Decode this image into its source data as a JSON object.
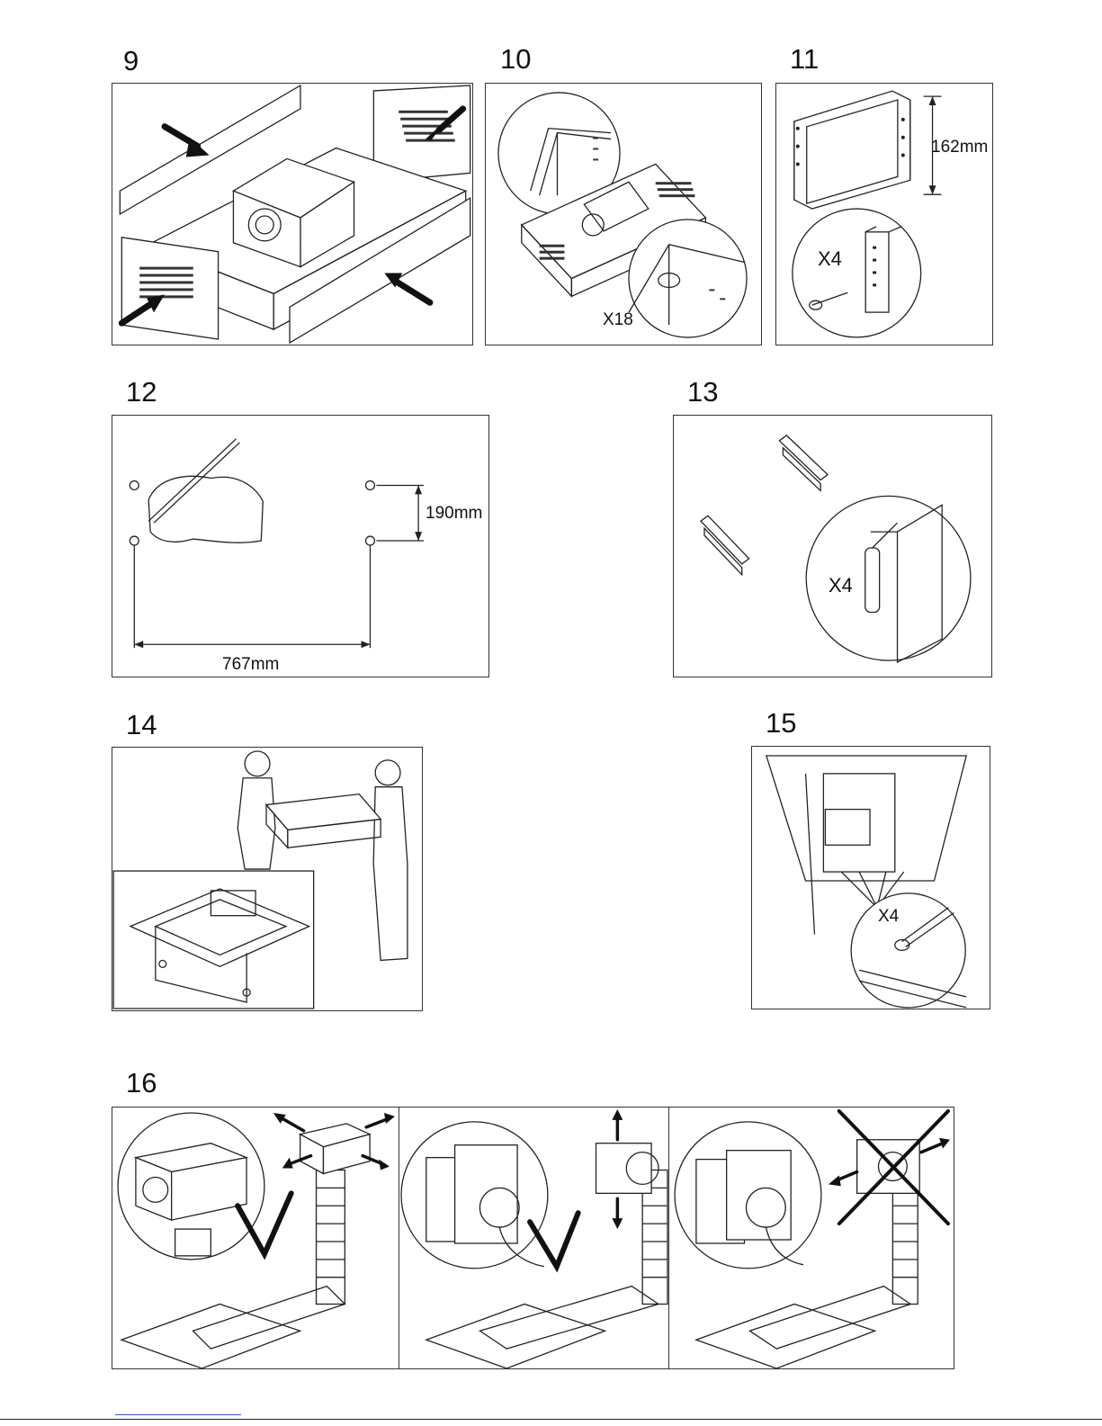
{
  "steps": [
    {
      "number": "9"
    },
    {
      "number": "10",
      "labels": {
        "count": "X18"
      }
    },
    {
      "number": "11",
      "labels": {
        "height": "162mm",
        "count": "X4"
      }
    },
    {
      "number": "12",
      "labels": {
        "vertical": "190mm",
        "horizontal": "767mm"
      }
    },
    {
      "number": "13",
      "labels": {
        "count": "X4"
      }
    },
    {
      "number": "14"
    },
    {
      "number": "15",
      "labels": {
        "count": "X4"
      }
    },
    {
      "number": "16"
    }
  ]
}
